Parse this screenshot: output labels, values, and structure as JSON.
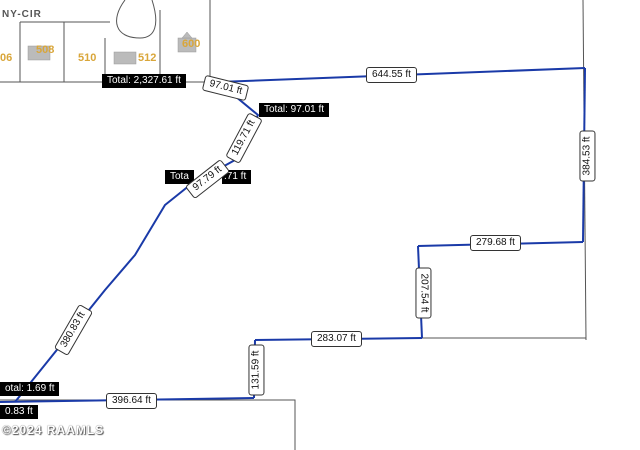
{
  "map": {
    "street_label": "NY-CIR",
    "lots": [
      "06",
      "508",
      "510",
      "512",
      "600"
    ],
    "totals": {
      "t1": "Total: 2,327.61 ft",
      "t2": "Total: 97.01 ft",
      "t3a": "Tota",
      "t3b": ".71 ft",
      "t4": "otal: 1.69 ft",
      "t5": "0.83 ft"
    },
    "dimensions": {
      "d_644": "644.55 ft",
      "d_97": "97.01 ft",
      "d_119": "119.71 ft",
      "d_97_79": "97.79 ft",
      "d_384": "384.53 ft",
      "d_279": "279.68 ft",
      "d_207": "207.54 ft",
      "d_283": "283.07 ft",
      "d_131": "131.59 ft",
      "d_396": "396.64 ft",
      "d_380": "380.83 ft"
    },
    "copyright": "©2024 RAAMLS",
    "colors": {
      "measure_line": "#1a3aa8",
      "lot_label": "#d9a63a",
      "parcel_line": "#555555"
    }
  }
}
